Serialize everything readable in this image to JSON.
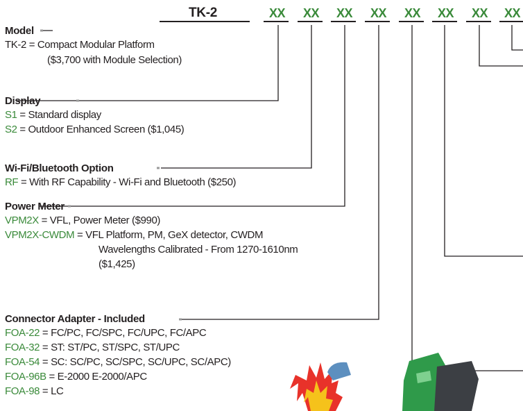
{
  "header": {
    "model_code": "TK-2",
    "slots": [
      "XX",
      "XX",
      "XX",
      "XX",
      "XX",
      "XX",
      "XX",
      "XX"
    ]
  },
  "sections": {
    "model": {
      "heading": "Model",
      "lines": [
        {
          "code": "TK-2",
          "eq": "=",
          "desc": "Compact Modular Platform"
        },
        {
          "code": "",
          "eq": "",
          "desc": "($3,700 with Module Selection)"
        }
      ]
    },
    "display": {
      "heading": "Display",
      "lines": [
        {
          "code": "S1",
          "eq": "=",
          "desc": "Standard display"
        },
        {
          "code": "S2",
          "eq": "=",
          "desc": "Outdoor Enhanced Screen ($1,045)"
        }
      ]
    },
    "wifi": {
      "heading": "Wi-Fi/Bluetooth Option",
      "lines": [
        {
          "code": "RF",
          "eq": "=",
          "desc": "With RF Capability - Wi-Fi and Bluetooth ($250)"
        }
      ]
    },
    "power": {
      "heading": "Power Meter",
      "lines": [
        {
          "code": "VPM2X",
          "eq": "=",
          "desc": "VFL, Power Meter ($990)"
        },
        {
          "code": "VPM2X-CWDM",
          "eq": "=",
          "desc": "VFL Platform, PM, GeX detector, CWDM"
        },
        {
          "code": "",
          "eq": "",
          "desc": "Wavelengths Calibrated - From 1270-1610nm"
        },
        {
          "code": "",
          "eq": "",
          "desc": "($1,425)"
        }
      ]
    },
    "connector": {
      "heading": "Connector Adapter - Included",
      "lines": [
        {
          "code": "FOA-22",
          "eq": "=",
          "desc": "FC/PC, FC/SPC, FC/UPC, FC/APC"
        },
        {
          "code": "FOA-32",
          "eq": "=",
          "desc": "ST: ST/PC, ST/SPC, ST/UPC"
        },
        {
          "code": "FOA-54",
          "eq": "=",
          "desc": "SC: SC/PC, SC/SPC, SC/UPC, SC/APC)"
        },
        {
          "code": "FOA-96B",
          "eq": "=",
          "desc": "E-2000 E-2000/APC"
        },
        {
          "code": "FOA-98",
          "eq": "=",
          "desc": "LC"
        }
      ]
    }
  },
  "colors": {
    "code": "#3a8a3a",
    "text": "#231f20",
    "starburst": "#e8322a",
    "starburst_inner": "#f5c21b",
    "device": "#2f9a4a"
  }
}
